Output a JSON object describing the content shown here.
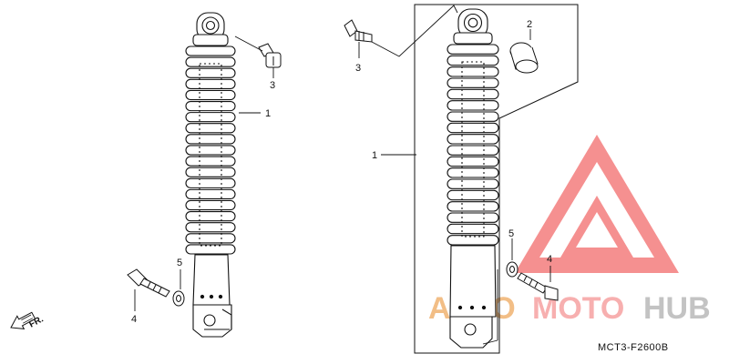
{
  "diagram": {
    "callouts": {
      "left_shock": "1",
      "right_shock": "1",
      "bushing": "2",
      "left_bolt_top": "3",
      "right_bolt_top": "3",
      "left_lower_bolt": "4",
      "right_lower_bolt": "4",
      "left_washer": "5",
      "right_washer": "5"
    },
    "front_indicator": "FR.",
    "diagram_code": "MCT3-F2600B"
  },
  "watermark": {
    "part1": "AUTO",
    "part2": "MOTO",
    "part3": "HUB",
    "logo_color": "#f26b6b"
  }
}
